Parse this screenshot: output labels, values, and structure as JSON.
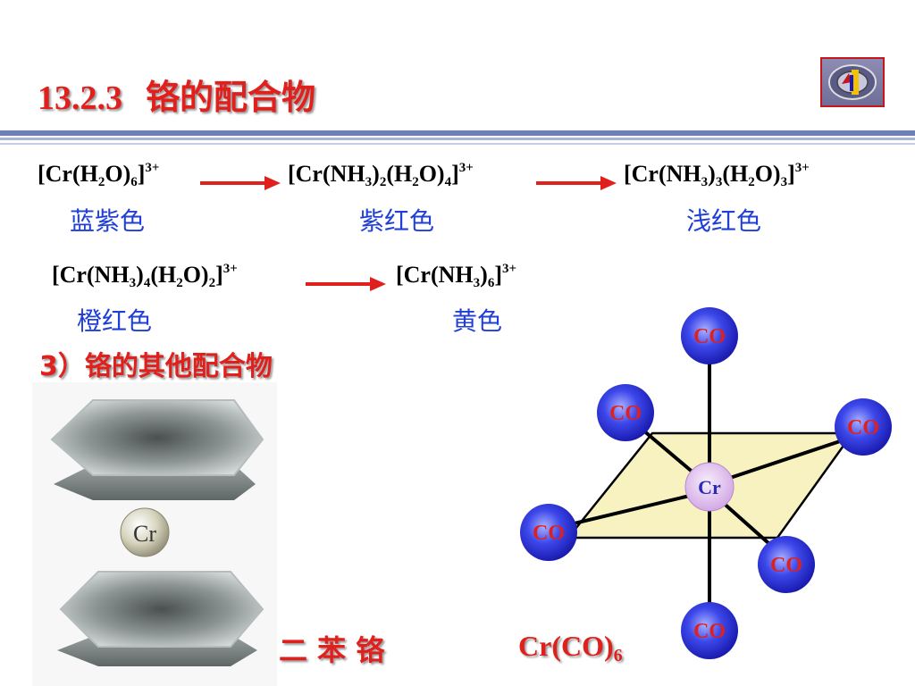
{
  "header": {
    "section_number": "13.2.3",
    "title": "铬的配合物",
    "nav_icon": "slide-nav-logo-icon"
  },
  "row1": {
    "complex1": {
      "pre": "[Cr(H",
      "s1": "2",
      "mid": "O)",
      "s2": "6",
      "close": "]",
      "charge": "3+"
    },
    "complex2": {
      "pre": "[Cr(NH",
      "s1": "3",
      "a": ")",
      "s2": "2",
      "b": "(H",
      "s3": "2",
      "c": "O)",
      "s4": "4",
      "close": "]",
      "charge": "3+"
    },
    "complex3": {
      "pre": "[Cr(NH",
      "s1": "3",
      "a": ")",
      "s2": "3",
      "b": "(H",
      "s3": "2",
      "c": "O)",
      "s4": "3",
      "close": "]",
      "charge": "3+"
    },
    "color1": "蓝紫色",
    "color2": "紫红色",
    "color3": "浅红色"
  },
  "row2": {
    "complex4": {
      "pre": "[Cr(NH",
      "s1": "3",
      "a": ")",
      "s2": "4",
      "b": "(H",
      "s3": "2",
      "c": "O)",
      "s4": "2",
      "close": "]",
      "charge": "3+"
    },
    "complex5": {
      "pre": "[Cr(NH",
      "s1": "3",
      "a": ")",
      "s2": "6",
      "close": "]",
      "charge": "3+"
    },
    "color4": "橙红色",
    "color5": "黄色"
  },
  "subheading": "3）铬的其他配合物",
  "dibenzene": {
    "center_label": "Cr",
    "caption": "二 苯 铬"
  },
  "octahedral": {
    "center_label": "Cr",
    "ligand_label": "CO",
    "formula_main": "Cr(CO)",
    "formula_sub": "6"
  },
  "colors": {
    "title_red": "#e0201c",
    "label_blue": "#1f3fd6",
    "ligand_blue": "#2d2fd8",
    "center_lilac": "#d9b4e8",
    "plane_yellow": "#f7f2c0"
  }
}
